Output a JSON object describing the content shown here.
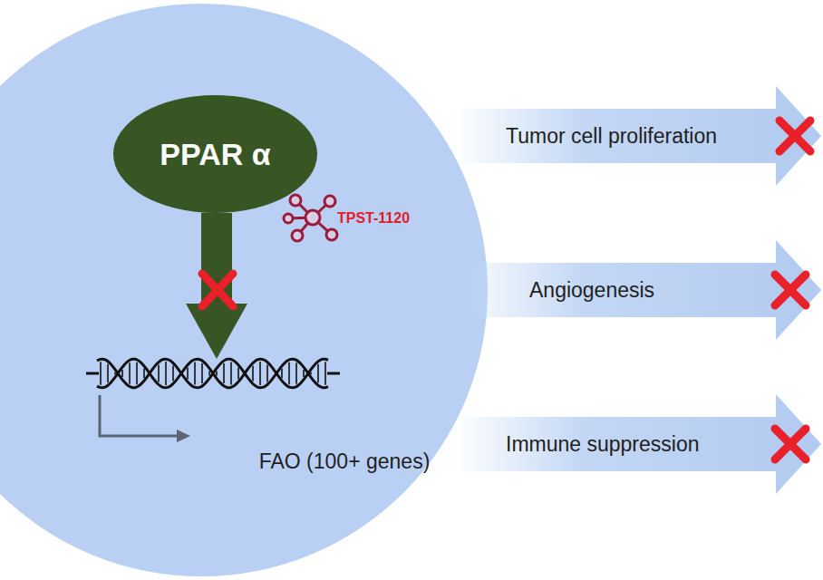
{
  "diagram": {
    "nodes": [
      {
        "text": [
          "PPAR α"
        ]
      },
      {
        "text": [
          "Tumor cell proliferation"
        ]
      },
      {
        "text": [
          "Angiogenesis"
        ]
      },
      {
        "text": [
          "Immune suppression"
        ]
      }
    ],
    "labels": [
      "TPST-1120",
      "FAO (100+ genes)"
    ]
  }
}
